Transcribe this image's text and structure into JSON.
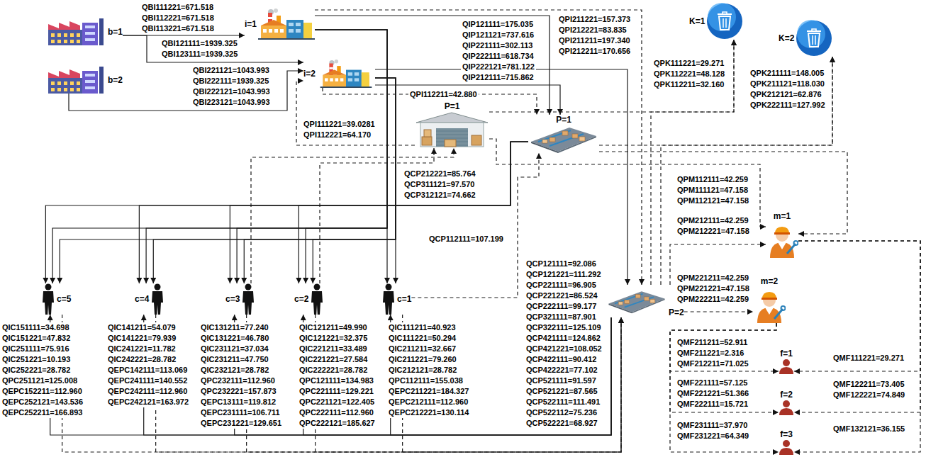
{
  "diagram": {
    "nodes": [
      {
        "text": [
          "b=1"
        ]
      },
      {
        "text": [
          "b=2"
        ]
      },
      {
        "text": [
          "i=1"
        ]
      },
      {
        "text": [
          "i=2"
        ]
      },
      {
        "text": [
          "K=1"
        ]
      },
      {
        "text": [
          "K=2"
        ]
      },
      {
        "text": [
          "P=1"
        ]
      },
      {
        "text": [
          "P=1"
        ]
      },
      {
        "text": [
          "m=1"
        ]
      },
      {
        "text": [
          "c=5"
        ]
      },
      {
        "text": [
          "c=4"
        ]
      },
      {
        "text": [
          "c=3"
        ]
      },
      {
        "text": [
          "c=2"
        ]
      },
      {
        "text": [
          "c=1"
        ]
      },
      {
        "text": [
          "P=2"
        ]
      },
      {
        "text": [
          "m=2"
        ]
      },
      {
        "text": [
          "f=1"
        ]
      },
      {
        "text": [
          "f=2"
        ]
      },
      {
        "text": [
          "f=3"
        ]
      }
    ],
    "edges": [
      {
        "from": 0,
        "to": 2,
        "arrow": "to"
      },
      {
        "from": 0,
        "to": 3,
        "arrow": "to"
      },
      {
        "from": 1,
        "to": 3,
        "arrow": "to"
      },
      {
        "from": 2,
        "to": 7,
        "arrow": "to"
      },
      {
        "from": 3,
        "to": 7,
        "arrow": "to"
      },
      {
        "from": 2,
        "to": 13,
        "arrow": "to"
      },
      {
        "from": 3,
        "to": 13,
        "arrow": "to"
      },
      {
        "from": 2,
        "to": 14,
        "arrow": "to"
      },
      {
        "from": 3,
        "to": 14,
        "arrow": "to"
      },
      {
        "from": 7,
        "to": 9,
        "arrow": "to"
      },
      {
        "from": 7,
        "to": 10,
        "arrow": "to"
      },
      {
        "from": 7,
        "to": 11,
        "arrow": "to"
      },
      {
        "from": 7,
        "to": 12,
        "arrow": "to"
      },
      {
        "from": 2,
        "to": 9,
        "arrow": "to"
      },
      {
        "from": 2,
        "to": 10,
        "arrow": "to"
      },
      {
        "from": 2,
        "to": 11,
        "arrow": "to"
      },
      {
        "from": 2,
        "to": 12,
        "arrow": "to"
      },
      {
        "from": 3,
        "to": 9,
        "arrow": "to"
      },
      {
        "from": 3,
        "to": 10,
        "arrow": "to"
      },
      {
        "from": 3,
        "to": 11,
        "arrow": "to"
      },
      {
        "from": 3,
        "to": 12,
        "arrow": "to"
      },
      {
        "from": 6,
        "to": 3,
        "arrow": "to"
      },
      {
        "from": 11,
        "to": 6,
        "arrow": "to"
      },
      {
        "from": 12,
        "to": 6,
        "arrow": "to"
      },
      {
        "from": 3,
        "to": 7,
        "arrow": "to"
      },
      {
        "from": 6,
        "to": 4,
        "arrow": "to"
      },
      {
        "from": 6,
        "to": 8,
        "arrow": "to"
      },
      {
        "from": 7,
        "to": 5,
        "arrow": "to"
      },
      {
        "from": 7,
        "to": 8,
        "arrow": "to"
      },
      {
        "from": 14,
        "to": 4,
        "arrow": "to"
      },
      {
        "from": 14,
        "to": 5,
        "arrow": "to"
      },
      {
        "from": 14,
        "to": 8,
        "arrow": "to"
      },
      {
        "from": 14,
        "to": 15,
        "arrow": "to"
      },
      {
        "from": 14,
        "to": 9,
        "arrow": "to"
      },
      {
        "from": 14,
        "to": 10,
        "arrow": "to"
      },
      {
        "from": 14,
        "to": 11,
        "arrow": "to"
      },
      {
        "from": 14,
        "to": 12,
        "arrow": "to"
      },
      {
        "from": 14,
        "to": 13,
        "arrow": "to"
      },
      {
        "from": 9,
        "to": 14,
        "arrow": "to"
      },
      {
        "from": 10,
        "to": 14,
        "arrow": "to"
      },
      {
        "from": 11,
        "to": 14,
        "arrow": "to"
      },
      {
        "from": 12,
        "to": 14,
        "arrow": "to"
      },
      {
        "from": 13,
        "to": 14,
        "arrow": "to"
      },
      {
        "from": 13,
        "to": 7,
        "arrow": "to"
      },
      {
        "from": 8,
        "to": 16,
        "arrow": "to"
      },
      {
        "from": 8,
        "to": 17,
        "arrow": "to"
      },
      {
        "from": 8,
        "to": 18,
        "arrow": "to"
      },
      {
        "from": 15,
        "to": 16,
        "arrow": "to"
      },
      {
        "from": 15,
        "to": 17,
        "arrow": "to"
      },
      {
        "from": 15,
        "to": 18,
        "arrow": "to"
      }
    ],
    "labels": [
      "QBI111221=671.518",
      "QBI112221=671.518",
      "QBI113221=671.518",
      "QBI121111=1939.325",
      "QBI123111=1939.325",
      "QBI221121=1043.993",
      "QBI222111=1939.325",
      "QBI222121=1043.993",
      "QBI223121=1043.993",
      "QPI111221=39.0281",
      "QPI112221=64.170",
      "QIP121111=175.035",
      "QIP121121=737.616",
      "QIP221111=302.113",
      "QIP222111=618.734",
      "QIP222121=781.122",
      "QIP212111=715.862",
      "QPI112211=42.880",
      "QPI211221=157.373",
      "QPI212221=83.835",
      "QPI211211=197.340",
      "QPI212211=170.656",
      "QPK111221=29.271",
      "QPK112221=48.128",
      "QPK112211=32.160",
      "QPK211111=148.005",
      "QPK211121=118.030",
      "QPK212121=62.876",
      "QPK222111=127.992",
      "QCP212221=85.764",
      "QCP311121=97.570",
      "QCP312121=74.662",
      "QPM112111=42.259",
      "QPM111121=47.158",
      "QPM112121=47.158",
      "QPM212111=42.259",
      "QPM212221=47.158",
      "QCP112111=107.199",
      "QCP121111=92.086",
      "QCP121221=111.292",
      "QCP221111=96.905",
      "QCP221221=86.524",
      "QCP222111=99.177",
      "QCP321111=87.901",
      "QCP322111=125.109",
      "QCP421111=124.862",
      "QCP421221=108.052",
      "QCP422111=90.412",
      "QCP422221=77.102",
      "QCP521111=91.597",
      "QCP521221=87.565",
      "QCP522111=111.491",
      "QCP522112=75.236",
      "QCP522221=68.927",
      "QPM221211=42.259",
      "QPM221221=47.158",
      "QPM222211=42.259",
      "QMF211211=52.911",
      "QMF211221=2.316",
      "QMF212211=71.025",
      "QMF221111=57.125",
      "QMF221221=51.366",
      "QMF222111=15.721",
      "QMF231111=37.970",
      "QMF231221=64.349",
      "QMF111221=29.271",
      "QMF122211=73.405",
      "QMF122221=74.849",
      "QMF132121=36.155",
      "QIC151111=34.698",
      "QIC151221=47.832",
      "QIC251111=75.916",
      "QIC251221=10.193",
      "QIC252221=28.782",
      "QPC251121=125.008",
      "QEPC152211=112.960",
      "QEPC252121=143.536",
      "QEPC252211=166.893",
      "QIC141211=54.079",
      "QIC141221=79.939",
      "QIC241221=11.782",
      "QIC242221=28.782",
      "QEPC142111=113.069",
      "QEPC241111=140.552",
      "QEPC242111=112.960",
      "QEPC242121=163.972",
      "QIC131211=77.240",
      "QIC131221=46.780",
      "QIC231121=37.034",
      "QIC231211=47.750",
      "QIC232121=28.782",
      "QPC232111=112.960",
      "QPC232221=157.873",
      "QEPC13111=119.812",
      "QEPC231111=106.711",
      "QEPC231221=129.651",
      "QIC121211=49.990",
      "QIC121221=32.375",
      "QIC221211=33.489",
      "QIC221221=27.584",
      "QIC222221=28.782",
      "QPC121111=134.983",
      "QPC221111=129.221",
      "QPC221121=122.405",
      "QPC222111=112.960",
      "QPC222121=185.627",
      "QIC111211=40.923",
      "QIC111221=50.294",
      "QIC211211=32.667",
      "QIC211221=79.260",
      "QIC212121=28.782",
      "QPC112111=155.038",
      "QEPC211221=184.327",
      "QEPC212111=112.960",
      "QEPC212221=130.114"
    ]
  }
}
